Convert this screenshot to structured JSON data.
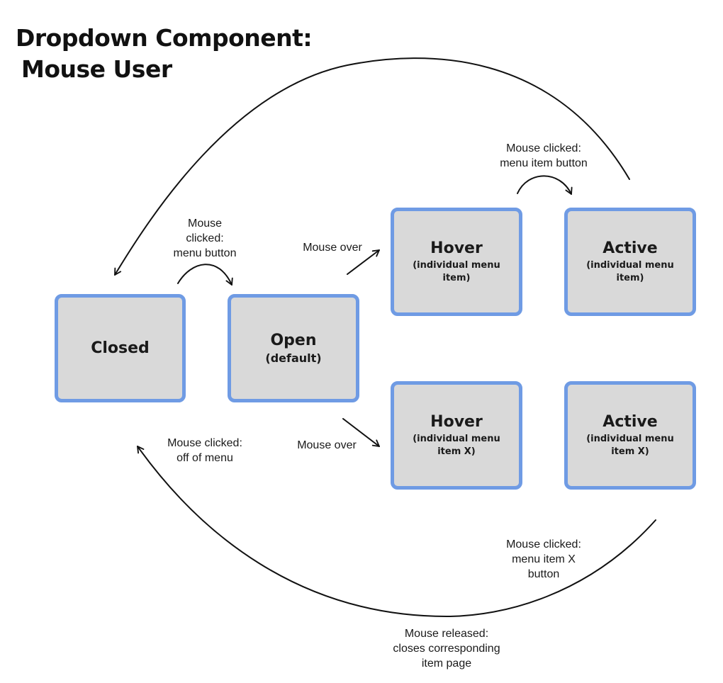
{
  "title": {
    "line1": "Dropdown Component:",
    "line2": "Mouse User"
  },
  "states": {
    "closed": {
      "name": "Closed"
    },
    "open": {
      "name": "Open",
      "sub": "(default)"
    },
    "hover_item": {
      "name": "Hover",
      "sub": "(individual menu\nitem)"
    },
    "active_item": {
      "name": "Active",
      "sub": "(individual menu\nitem)"
    },
    "hover_item_x": {
      "name": "Hover",
      "sub": "(individual menu\nitem X)"
    },
    "active_item_x": {
      "name": "Active",
      "sub": "(individual menu\nitem X)"
    }
  },
  "transitions": {
    "click_menu_button": "Mouse\nclicked:\nmenu button",
    "mouse_over_top": "Mouse over",
    "mouse_over_bottom": "Mouse over",
    "click_menu_item_button": "Mouse clicked:\nmenu item button",
    "click_off_menu": "Mouse clicked:\noff of menu",
    "click_menu_item_x_button": "Mouse clicked:\nmenu item  X\nbutton",
    "mouse_released": "Mouse released:\ncloses corresponding\nitem page"
  },
  "colors": {
    "state_fill": "#d9d9d9",
    "state_border": "#6f9be4",
    "edge": "#111111"
  }
}
